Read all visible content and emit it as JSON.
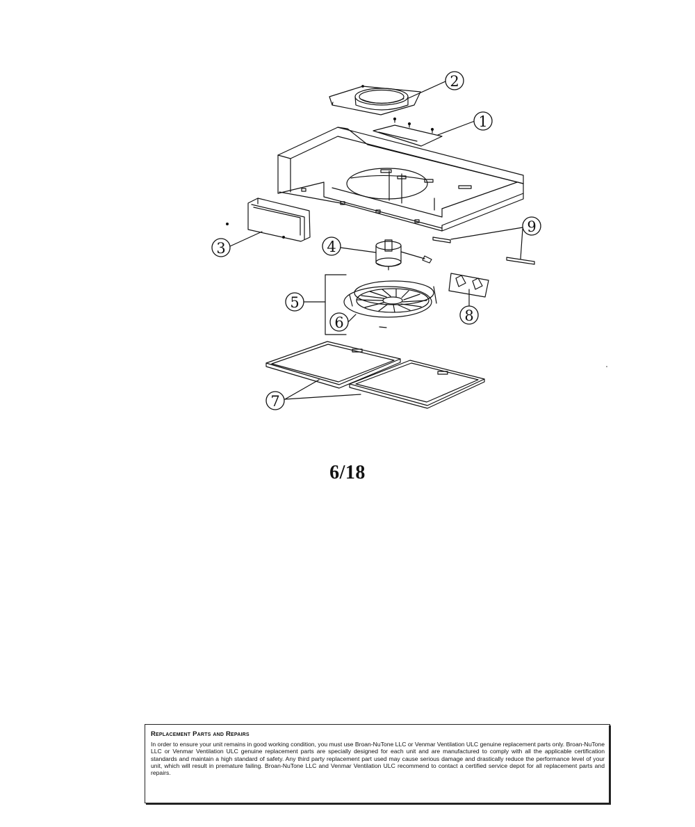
{
  "diagram": {
    "callouts": [
      {
        "id": "1",
        "label": "1"
      },
      {
        "id": "2",
        "label": "2"
      },
      {
        "id": "3",
        "label": "3"
      },
      {
        "id": "4",
        "label": "4"
      },
      {
        "id": "5",
        "label": "5"
      },
      {
        "id": "6",
        "label": "6"
      },
      {
        "id": "7",
        "label": "7"
      },
      {
        "id": "8",
        "label": "8"
      },
      {
        "id": "9",
        "label": "9"
      }
    ]
  },
  "page": {
    "number": "6/18"
  },
  "notice": {
    "title": "Replacement Parts and Repairs",
    "body": "In order to ensure your unit remains in good working condition, you must use Broan-NuTone LLC or Venmar Ventilation ULC genuine replacement parts only. Broan-NuTone LLC or Venmar Ventilation ULC genuine replacement parts are specially designed for each unit and are manufactured to comply with all the applicable certification standards and maintain a high standard of safety. Any third party replacement part used may cause serious damage and drastically reduce the performance level of your unit, which will result in premature failing. Broan-NuTone LLC and Venmar Ventilation ULC recommend to contact a certified service depot for all replacement parts and repairs."
  }
}
